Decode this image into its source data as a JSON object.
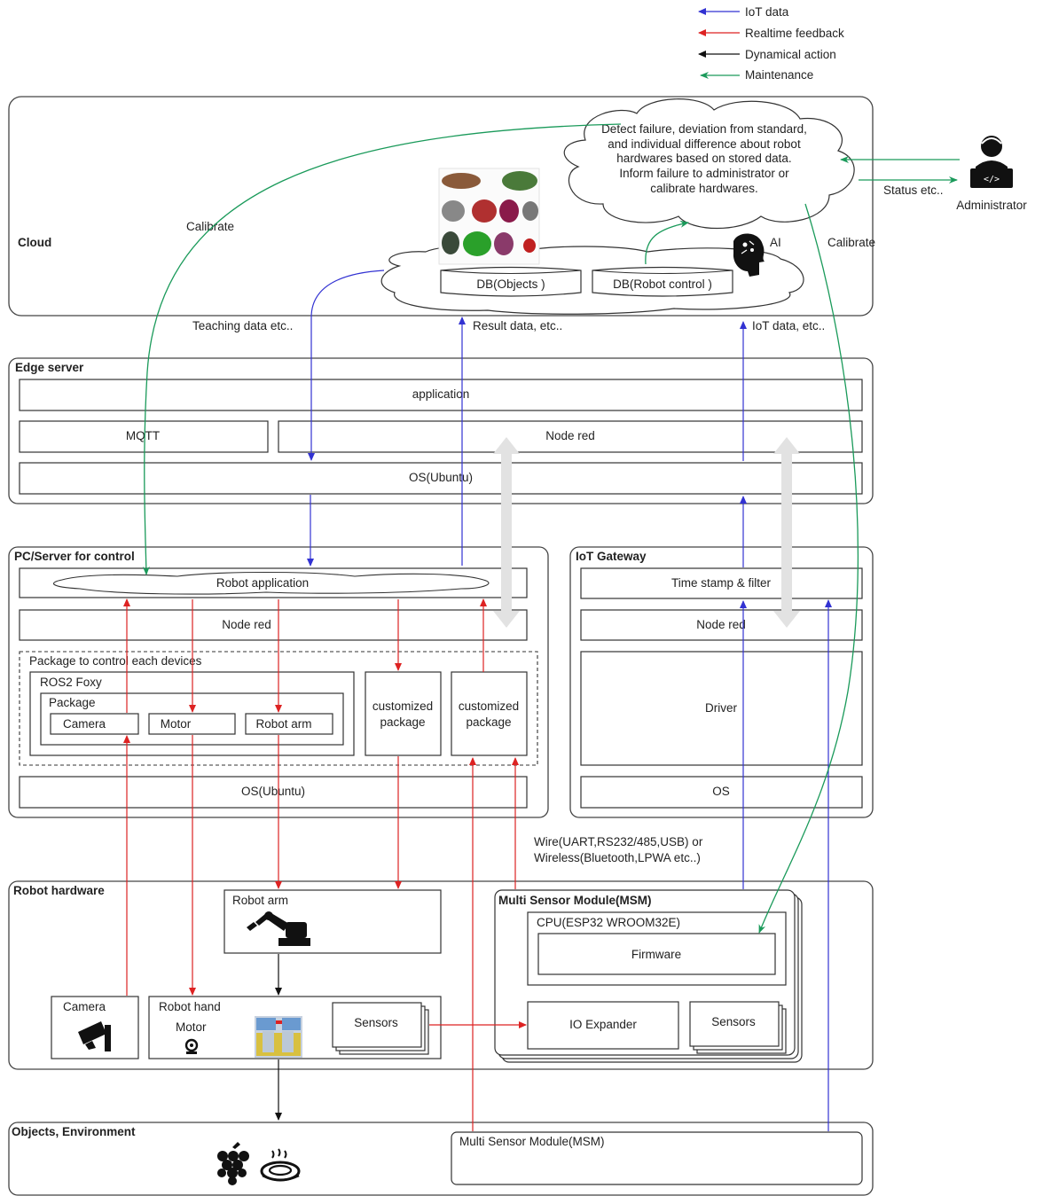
{
  "legend": [
    {
      "label": "IoT data",
      "color": "#3232d2"
    },
    {
      "label": "Realtime feedback",
      "color": "#dd2222"
    },
    {
      "label": "Dynamical action",
      "color": "#111111"
    },
    {
      "label": "Maintenance",
      "color": "#1a9a5a"
    }
  ],
  "cloud": {
    "title": "Cloud",
    "ai_text": [
      "Detect failure, deviation from standard,",
      "and individual difference about robot",
      "hardwares based on stored data.",
      "Inform failure to administrator or",
      "calibrate hardwares."
    ],
    "ai_label": "AI",
    "db_objects": "DB(Objects )",
    "db_robot": "DB(Robot control )",
    "calibrate_left": "Calibrate",
    "calibrate_right": "Calibrate"
  },
  "admin": {
    "label": "Administrator",
    "status": "Status etc.."
  },
  "flows": {
    "teaching": "Teaching data etc..",
    "result": "Result data, etc..",
    "iot": "IoT data, etc..",
    "wire_line1": "Wire(UART,RS232/485,USB) or",
    "wire_line2": "Wireless(Bluetooth,LPWA etc..)"
  },
  "edge": {
    "title": "Edge server",
    "application": "application",
    "mqtt": "MQTT",
    "nodered": "Node red",
    "os": "OS(Ubuntu)"
  },
  "pc": {
    "title": "PC/Server for control",
    "robot_app": "Robot application",
    "nodered": "Node red",
    "pkg_group": "Package to control each devices",
    "ros2": "ROS2 Foxy",
    "package": "Package",
    "camera": "Camera",
    "motor": "Motor",
    "robot_arm": "Robot arm",
    "custom1_line1": "customized",
    "custom1_line2": "package",
    "custom2_line1": "customized",
    "custom2_line2": "package",
    "os": "OS(Ubuntu)"
  },
  "gateway": {
    "title": "IoT Gateway",
    "timestamp": "Time stamp & filter",
    "nodered": "Node red",
    "driver": "Driver",
    "os": "OS"
  },
  "hardware": {
    "title": "Robot hardware",
    "robot_arm": "Robot arm",
    "camera": "Camera",
    "robot_hand": "Robot hand",
    "motor": "Motor",
    "sensors": "Sensors",
    "msm_title": "Multi Sensor Module(MSM)",
    "cpu": "CPU(ESP32 WROOM32E)",
    "firmware": "Firmware",
    "io_expander": "IO Expander",
    "msm_sensors": "Sensors"
  },
  "objects": {
    "title": "Objects, Environment",
    "msm": "Multi Sensor Module(MSM)"
  }
}
